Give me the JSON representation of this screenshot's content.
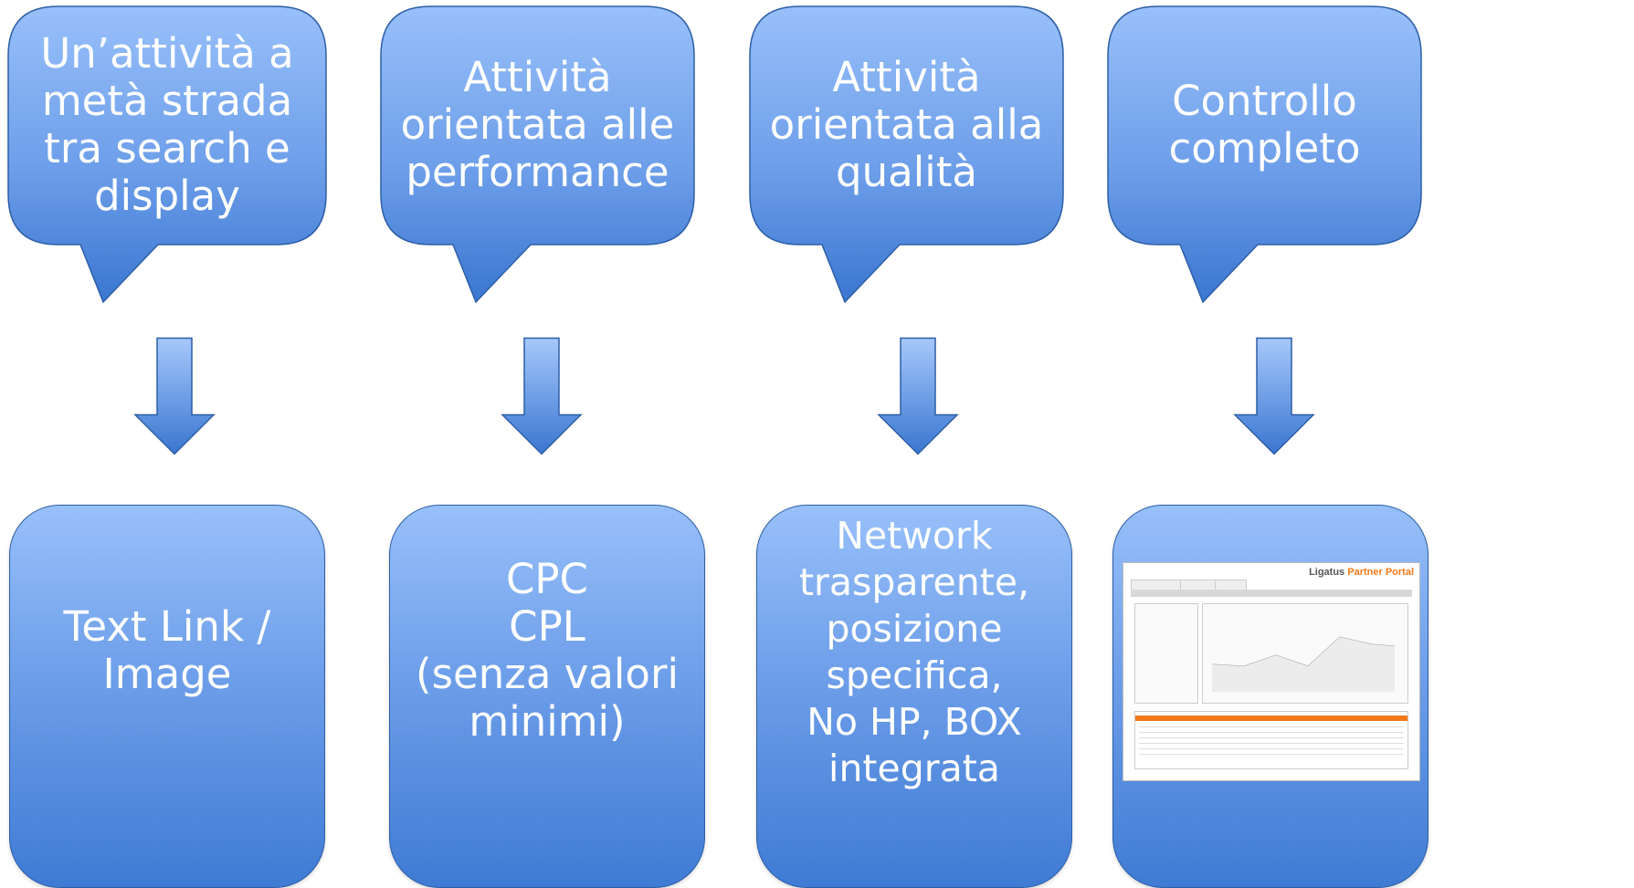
{
  "colors": {
    "fill_top": "#98c0fa",
    "fill_bottom": "#3f7bd4",
    "border": "#2d5fa6",
    "text": "#ffffff",
    "accent_orange": "#f07a1a"
  },
  "columns": [
    {
      "callout": "Un’attività a\nmetà strada\ntra search e\ndisplay",
      "box": "Text Link /\nImage"
    },
    {
      "callout": "Attività\norientata alle\nperformance",
      "box": "CPC\nCPL\n(senza valori\nminimi)"
    },
    {
      "callout": "Attività\norientata alla\nqualità",
      "box": "Network\ntrasparente,\nposizione\nspecifica,\nNo HP, BOX\nintegrata"
    },
    {
      "callout": "Controllo\ncompleto",
      "box_image": {
        "logo_brand": "Ligatus",
        "logo_product": "Partner Portal",
        "icon": "partner-portal-screenshot"
      }
    }
  ]
}
